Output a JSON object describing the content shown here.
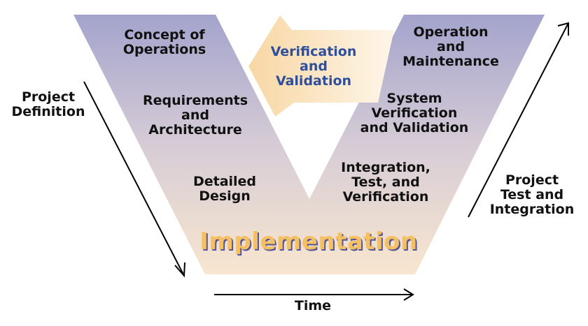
{
  "diagram": {
    "type": "V-model",
    "colors": {
      "v_top": "#a3a3cc",
      "v_bottom": "#f8e6cf",
      "arrow_fill_left": "#f8d9a8",
      "arrow_fill_right": "#fdf3e4",
      "vv_text": "#2f4f9a",
      "implementation_text": "#f5c062",
      "implementation_shadow": "#55559a"
    },
    "left_arm": [
      {
        "label": "Concept of\nOperations"
      },
      {
        "label": "Requirements\nand\nArchitecture"
      },
      {
        "label": "Detailed\nDesign"
      }
    ],
    "right_arm": [
      {
        "label": "Operation\nand\nMaintenance"
      },
      {
        "label": "System\nVerification\nand Validation"
      },
      {
        "label": "Integration,\nTest, and\nVerification"
      }
    ],
    "bottom": {
      "label": "Implementation"
    },
    "center_arrow": {
      "label": "Verification\nand\nValidation"
    },
    "axes": {
      "left": "Project\nDefinition",
      "right": "Project\nTest and\nIntegration",
      "bottom": "Time"
    }
  }
}
